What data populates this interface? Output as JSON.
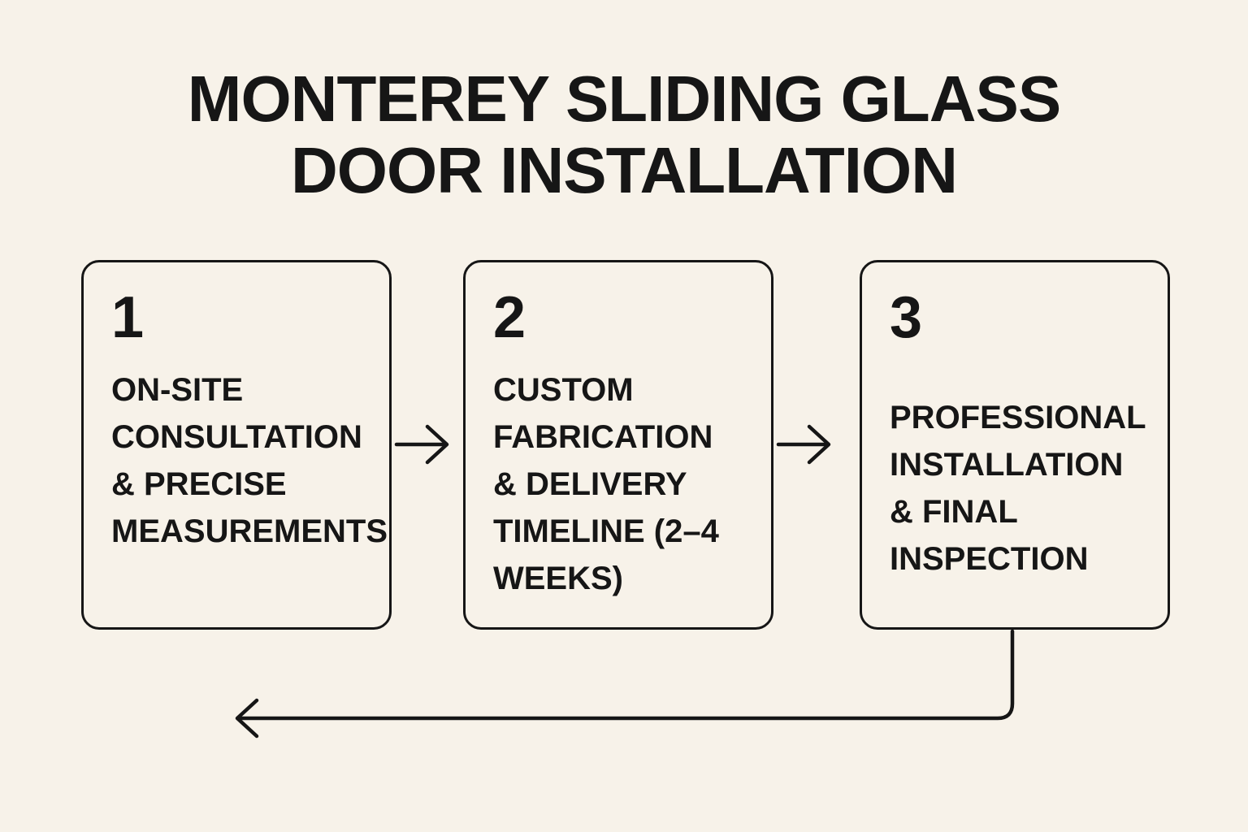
{
  "title": {
    "line1": "MONTEREY SLIDING GLASS",
    "line2": "DOOR INSTALLATION"
  },
  "steps": [
    {
      "number": "1",
      "label": "ON-SITE CONSULTATION & PRECISE MEASUREMENTS"
    },
    {
      "number": "2",
      "label": "CUSTOM FABRICATION & DELIVERY TIMELINE (2–4 WEEKS)"
    },
    {
      "number": "3",
      "label": "PROFESSIONAL INSTALLATION & FINAL INSPECTION"
    }
  ],
  "arrows": [
    {
      "name": "arrow-step1-to-step2",
      "direction": "right"
    },
    {
      "name": "arrow-step2-to-step3",
      "direction": "right"
    },
    {
      "name": "arrow-step3-return",
      "direction": "down-left"
    }
  ],
  "colors": {
    "background": "#f7f2e9",
    "ink": "#161616"
  }
}
